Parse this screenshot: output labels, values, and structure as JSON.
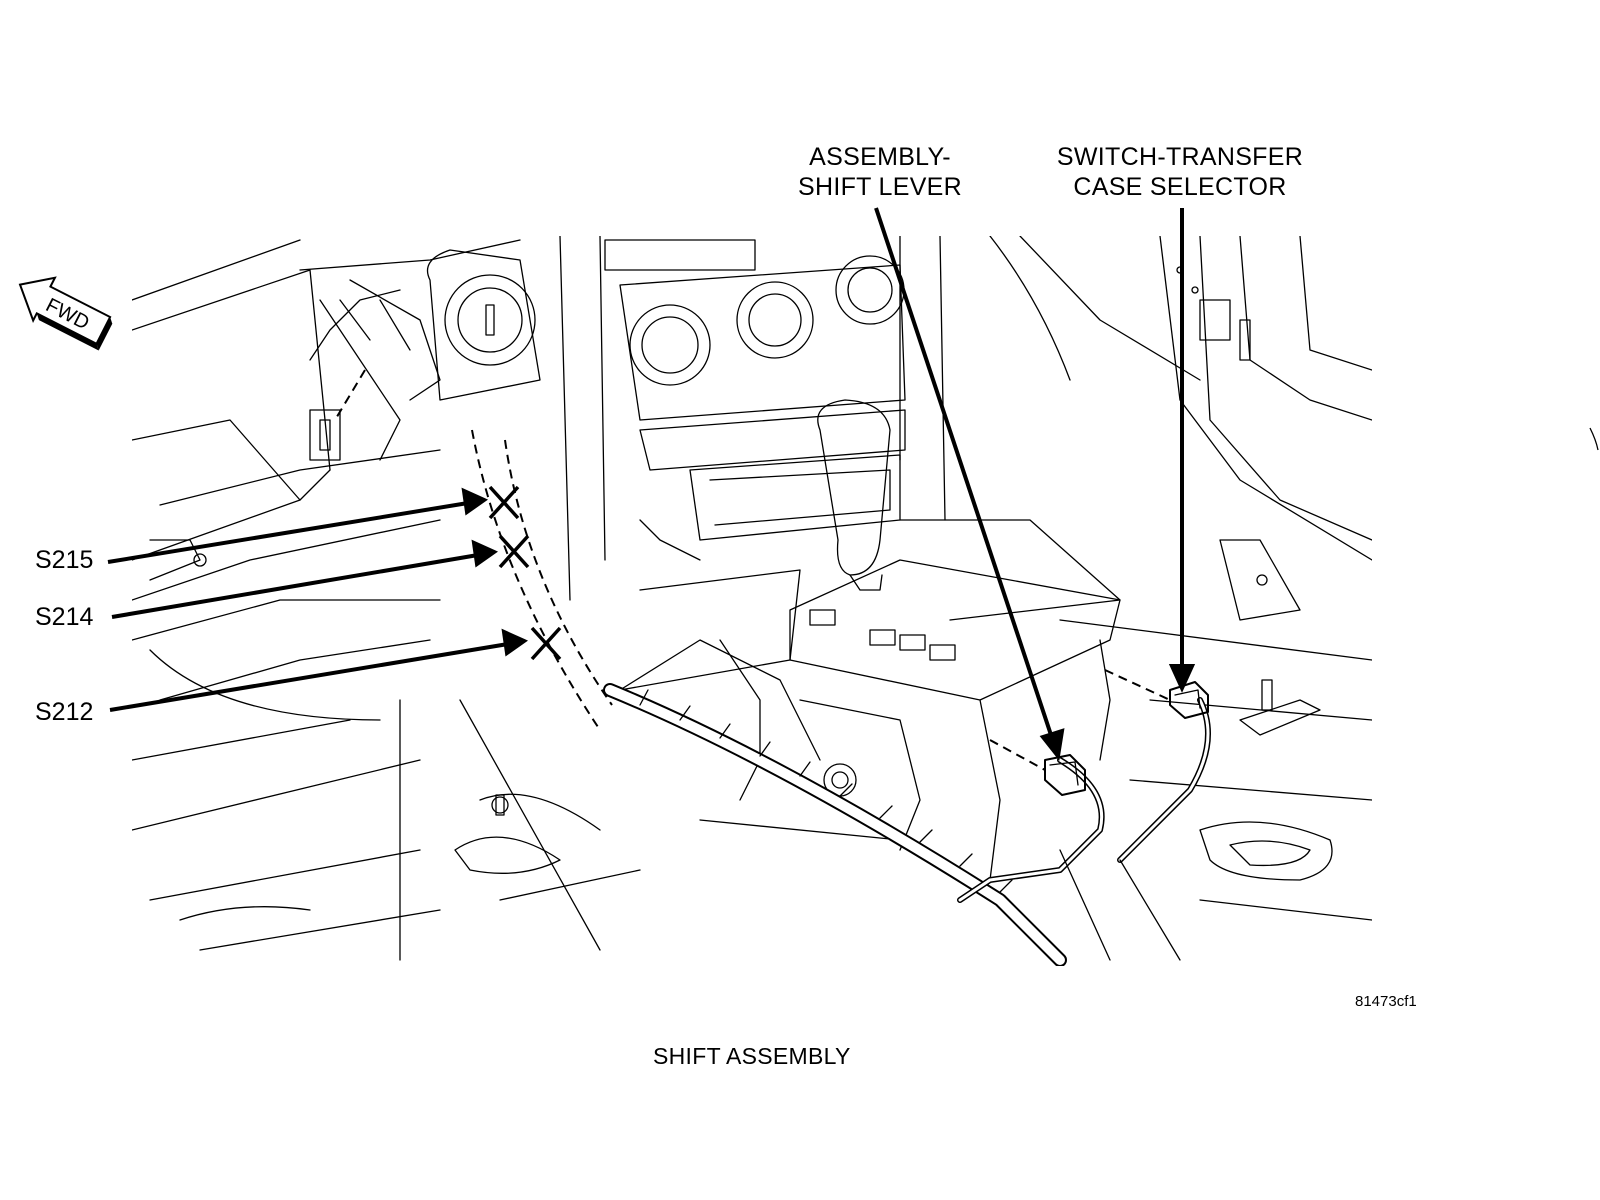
{
  "callouts": {
    "shift_lever": {
      "line1": "ASSEMBLY-",
      "line2": "SHIFT LEVER"
    },
    "transfer_switch": {
      "line1": "SWITCH-TRANSFER",
      "line2": "CASE SELECTOR"
    }
  },
  "splices": {
    "s215": "S215",
    "s214": "S214",
    "s212": "S212"
  },
  "fwd_arrow": "FWD",
  "figure_id": "81473cf1",
  "caption": "SHIFT ASSEMBLY"
}
